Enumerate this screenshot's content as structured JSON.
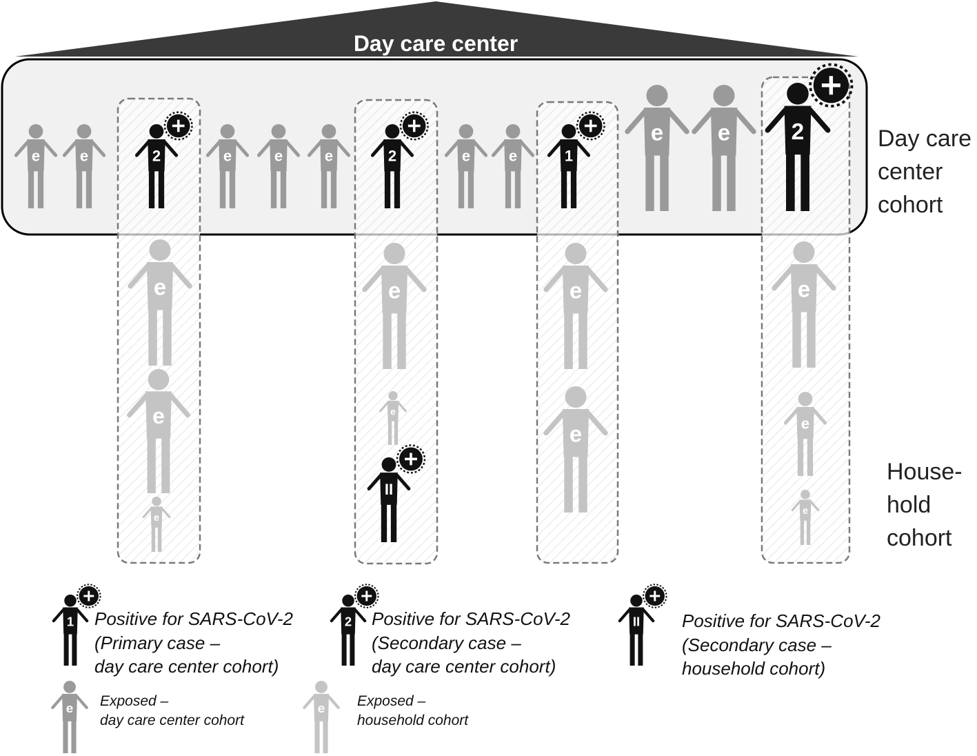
{
  "title": "Day care center",
  "side_labels": {
    "daycare": [
      "Day care",
      "center",
      "cohort"
    ],
    "household": [
      "House-",
      "hold",
      "cohort"
    ]
  },
  "marks": {
    "exposed": "e",
    "primary": "1",
    "secondary_dc": "2",
    "secondary_hh": "II"
  },
  "legend": {
    "primary": [
      "Positive for SARS-CoV-2",
      "(Primary case –",
      "day care center cohort)"
    ],
    "secondary_dc": [
      "Positive for SARS-CoV-2",
      "(Secondary case –",
      "day care center cohort)"
    ],
    "secondary_hh": [
      "Positive for SARS-CoV-2",
      "(Secondary case –",
      "household cohort)"
    ],
    "exposed_dc": [
      "Exposed –",
      "day care center cohort"
    ],
    "exposed_hh": [
      "Exposed –",
      "household cohort"
    ]
  },
  "colors": {
    "positive": "#111111",
    "exposed_daycare": "#9a9a9a",
    "exposed_household": "#c4c4c4",
    "cohort_box_fill": "#f1f1f1",
    "roof": "#3a3a3a"
  }
}
